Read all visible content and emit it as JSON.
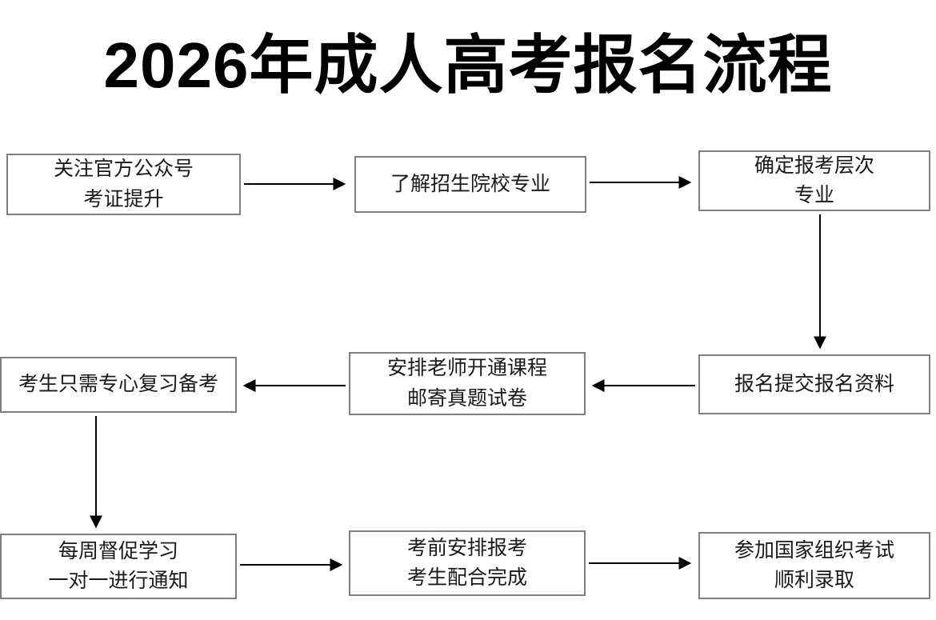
{
  "title": "2026年成人高考报名流程",
  "nodes": [
    {
      "id": 1,
      "lines": [
        "关注官方公众号",
        "考证提升"
      ]
    },
    {
      "id": 2,
      "lines": [
        "了解招生院校专业"
      ]
    },
    {
      "id": 3,
      "lines": [
        "确定报考层次",
        "专业"
      ]
    },
    {
      "id": 4,
      "lines": [
        "报名提交报名资料"
      ]
    },
    {
      "id": 5,
      "lines": [
        "安排老师开通课程",
        "邮寄真题试卷"
      ]
    },
    {
      "id": 6,
      "lines": [
        "考生只需专心复习备考"
      ]
    },
    {
      "id": 7,
      "lines": [
        "每周督促学习",
        "一对一进行通知"
      ]
    },
    {
      "id": 8,
      "lines": [
        "考前安排报考",
        "考生配合完成"
      ]
    },
    {
      "id": 9,
      "lines": [
        "参加国家组织考试",
        "顺利录取"
      ]
    }
  ],
  "edges": [
    {
      "from": 1,
      "to": 2,
      "direction": "right"
    },
    {
      "from": 2,
      "to": 3,
      "direction": "right"
    },
    {
      "from": 3,
      "to": 4,
      "direction": "down"
    },
    {
      "from": 4,
      "to": 5,
      "direction": "left"
    },
    {
      "from": 5,
      "to": 6,
      "direction": "left"
    },
    {
      "from": 6,
      "to": 7,
      "direction": "down"
    },
    {
      "from": 7,
      "to": 8,
      "direction": "right"
    },
    {
      "from": 8,
      "to": 9,
      "direction": "right"
    }
  ],
  "colors": {
    "background": "#ffffff",
    "node_border": "#7f7f7f",
    "text": "#1a1a1a",
    "arrow": "#000000"
  }
}
